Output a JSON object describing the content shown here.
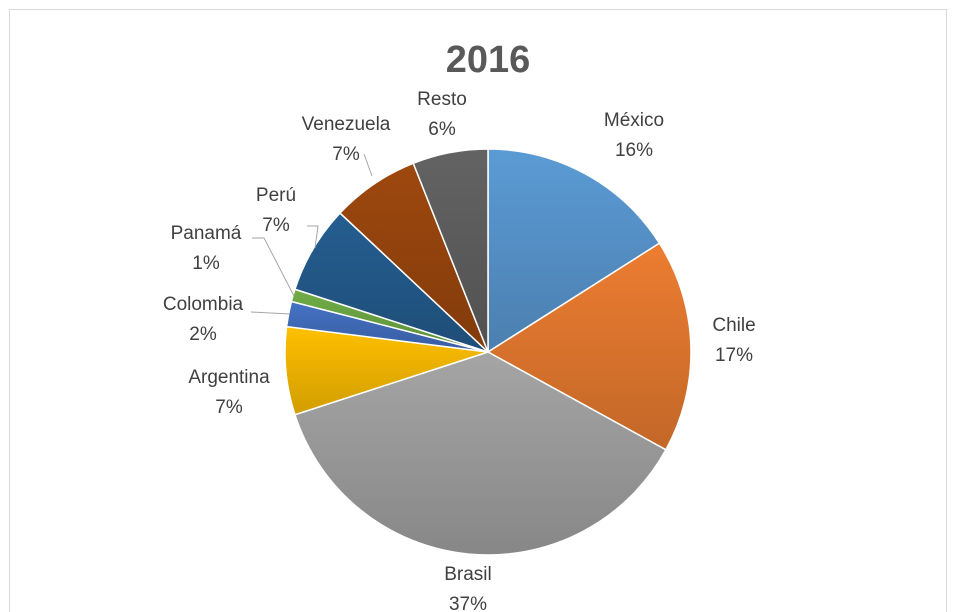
{
  "chart_data": {
    "type": "pie",
    "title": "2016",
    "categories": [
      "México",
      "Chile",
      "Brasil",
      "Argentina",
      "Colombia",
      "Panamá",
      "Perú",
      "Venezuela",
      "Resto"
    ],
    "values": [
      16,
      17,
      37,
      7,
      2,
      1,
      7,
      7,
      6
    ],
    "percent_labels": [
      "16%",
      "17%",
      "37%",
      "7%",
      "2%",
      "1%",
      "7%",
      "7%",
      "6%"
    ],
    "colors": [
      "#5b9bd5",
      "#ed7d31",
      "#a5a5a5",
      "#ffc000",
      "#4472c4",
      "#70ad47",
      "#255e91",
      "#9e480e",
      "#636363"
    ],
    "legend": "none"
  }
}
